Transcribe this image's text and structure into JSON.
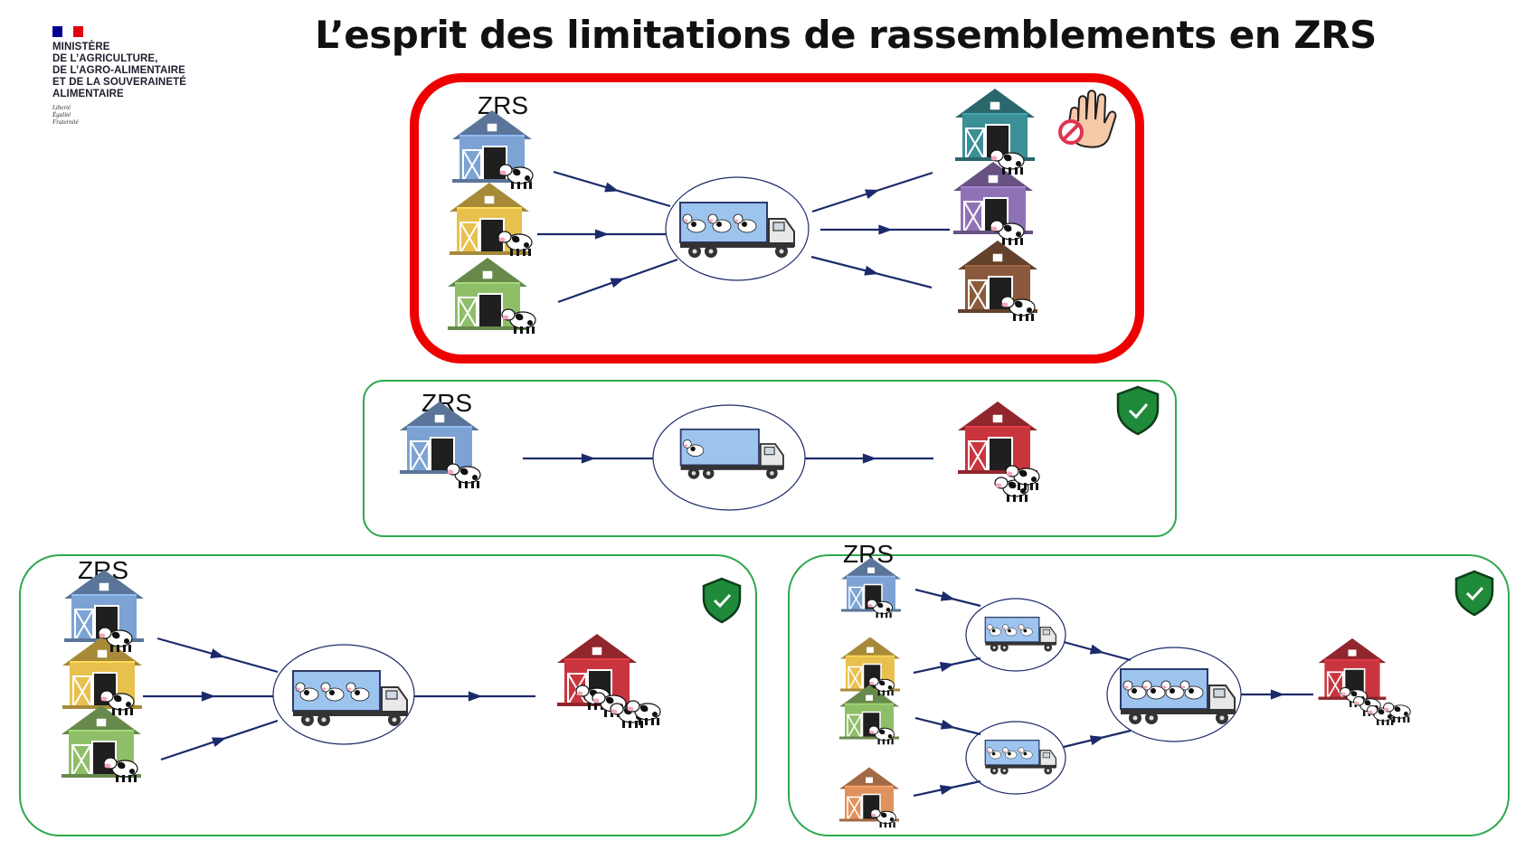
{
  "header": {
    "ministry_lines": [
      "MINISTÈRE",
      "DE L’AGRICULTURE,",
      "DE L’AGRO-ALIMENTAIRE",
      "ET DE LA SOUVERAINETÉ",
      "ALIMENTAIRE"
    ],
    "motto_lines": [
      "Liberté",
      "Égalité",
      "Fraternité"
    ],
    "title": "L’esprit des limitations de rassemblements en ZRS"
  },
  "colors": {
    "flag_blue": "#000091",
    "flag_white": "#ffffff",
    "flag_red": "#e1000f",
    "forbidden_border": "#ee0000",
    "allowed_border": "#2fa84f",
    "arrow": "#1b2a6b",
    "shield": "#1f8a3a",
    "truck_cargo": "#9cc4ee",
    "prohibited": "#e0334f",
    "hand": "#f6c9a8"
  },
  "icons": {
    "barn": "barn-icon",
    "cow": "cow-icon",
    "truck": "livestock-truck-icon",
    "stop": "stop-hand-icon",
    "allowed": "shield-check-icon"
  },
  "diagram": {
    "zone_label": "ZRS",
    "barn_colors": {
      "blue": "#7da3d4",
      "yellow": "#e8c04e",
      "green": "#8fbe68",
      "teal": "#3b8f96",
      "purple": "#8f72b6",
      "brown": "#8b5a3c",
      "red": "#c9353f",
      "orange": "#e0925e"
    },
    "scenarios": [
      {
        "id": "many-to-many",
        "status": "forbidden",
        "origins": [
          "blue",
          "yellow",
          "green"
        ],
        "destinations": [
          "teal",
          "purple",
          "brown"
        ]
      },
      {
        "id": "one-to-one",
        "status": "allowed",
        "origins": [
          "blue"
        ],
        "destinations": [
          "red"
        ]
      },
      {
        "id": "many-to-one",
        "status": "allowed",
        "origins": [
          "blue",
          "yellow",
          "green"
        ],
        "destinations": [
          "red"
        ]
      },
      {
        "id": "two-stage-to-one",
        "status": "allowed",
        "origins": [
          "blue",
          "yellow",
          "green",
          "orange"
        ],
        "destinations": [
          "red"
        ]
      }
    ]
  }
}
